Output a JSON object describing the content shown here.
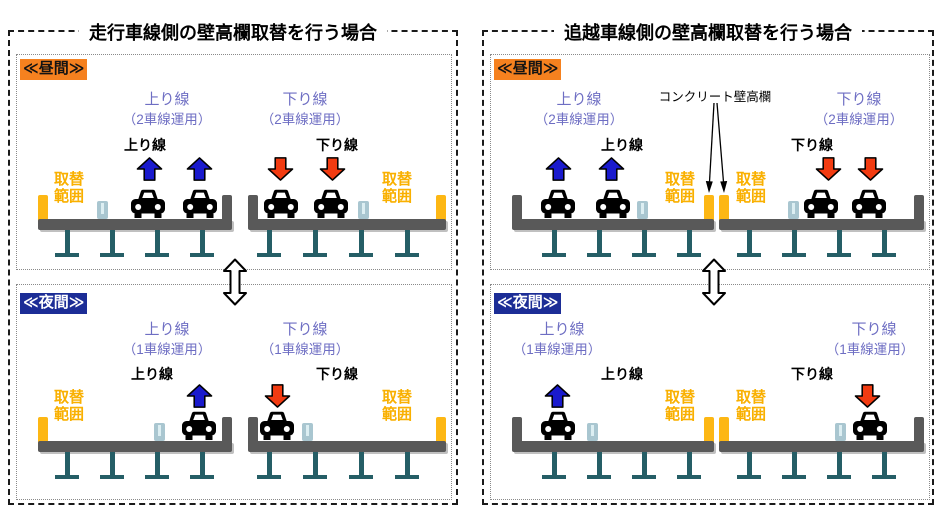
{
  "colors": {
    "day_badge_bg": "#F5811F",
    "night_badge_bg": "#1C2D96",
    "line_label_text": "#6E6EC3",
    "replace_range_text": "#F9B000",
    "replace_wall_yellow": "#FDB714",
    "deck_gray": "#595959",
    "pier_teal": "#255E66",
    "deck_marker_blue": "#A9C6D0",
    "up_arrow_blue": "#1A1ACD",
    "down_arrow_red": "#F23B11"
  },
  "icons": {
    "up_traffic_arrow": "block-arrow-up",
    "down_traffic_arrow": "block-arrow-down",
    "day_night_swap_arrow": "double-headed-vertical-arrow",
    "car": "car-front-silhouette",
    "parapet_pointer": "thin-down-arrows"
  },
  "left": {
    "title": "走行車線側の壁高欄取替を行う場合",
    "day": {
      "badge": "≪昼間≫",
      "up_line": "上り線",
      "up_ops": "（2車線運用）",
      "down_line": "下り線",
      "down_ops": "（2車線運用）",
      "up_dir": "上り線",
      "down_dir": "下り線",
      "replace_left": "取替範囲",
      "replace_right": "取替範囲"
    },
    "night": {
      "badge": "≪夜間≫",
      "up_line": "上り線",
      "up_ops": "（1車線運用）",
      "down_line": "下り線",
      "down_ops": "（1車線運用）",
      "up_dir": "上り線",
      "down_dir": "下り線",
      "replace_left": "取替範囲",
      "replace_right": "取替範囲"
    }
  },
  "right": {
    "title": "追越車線側の壁高欄取替を行う場合",
    "day": {
      "badge": "≪昼間≫",
      "parapet_label": "コンクリート壁高欄",
      "up_line": "上り線",
      "up_ops": "（2車線運用）",
      "down_line": "下り線",
      "down_ops": "（2車線運用）",
      "up_dir": "上り線",
      "down_dir": "下り線",
      "replace_left": "取替範囲",
      "replace_right": "取替範囲"
    },
    "night": {
      "badge": "≪夜間≫",
      "up_line": "上り線",
      "up_ops": "（1車線運用）",
      "down_line": "下り線",
      "down_ops": "（1車線運用）",
      "up_dir": "上り線",
      "down_dir": "下り線",
      "replace_left": "取替範囲",
      "replace_right": "取替範囲"
    }
  }
}
